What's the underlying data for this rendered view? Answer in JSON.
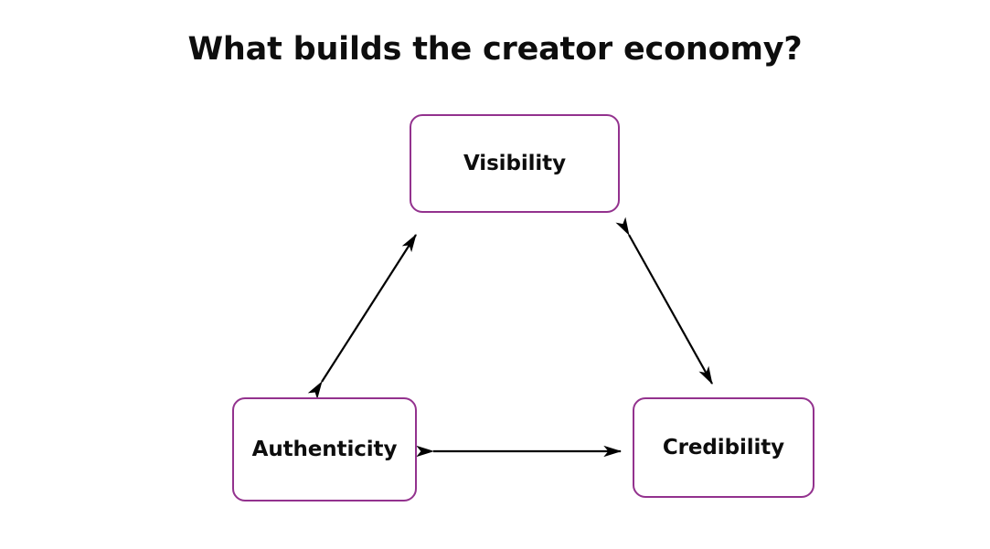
{
  "page": {
    "title": "What builds the creator economy?",
    "background_color": "#ffffff"
  },
  "diagram": {
    "type": "relationship-triangle",
    "node_border_color": "#93328e",
    "node_fill_color": "#ffffff",
    "edge_color": "#000000",
    "nodes": [
      {
        "id": "visibility",
        "label": "Visibility"
      },
      {
        "id": "authenticity",
        "label": "Authenticity"
      },
      {
        "id": "credibility",
        "label": "Credibility"
      }
    ],
    "edges": [
      {
        "from": "authenticity",
        "to": "visibility",
        "direction": "bidirectional"
      },
      {
        "from": "visibility",
        "to": "credibility",
        "direction": "bidirectional"
      },
      {
        "from": "authenticity",
        "to": "credibility",
        "direction": "bidirectional"
      }
    ]
  }
}
